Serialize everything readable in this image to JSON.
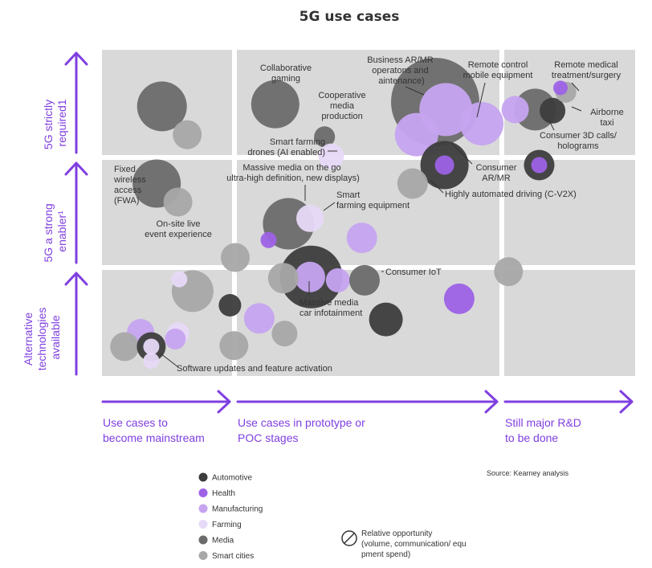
{
  "colors": {
    "Automotive": "#3d3d3d",
    "Health": "#9d62e6",
    "Manufacturing": "#c6a4f0",
    "Farming": "#e7d9f8",
    "Media": "#6b6b6b",
    "Smart cities": "#a8a8a8",
    "accent": "#7f3fe0",
    "cell": "#d9d9d9"
  },
  "chart_data": {
    "type": "scatter",
    "title": "5G use cases",
    "y_categories": [
      "5G strictly required1",
      "5G a strong enabler¹",
      "Alternative technologies available"
    ],
    "x_categories": [
      "Use cases to become mainstream",
      "Use cases in prototype or POC stages",
      "Still major R&D to be done"
    ],
    "legend": [
      "Automotive",
      "Health",
      "Manufacturing",
      "Farming",
      "Media",
      "Smart cities"
    ],
    "size_legend": "Relative opportunity (volume, communication/ equipment spend)",
    "source": "Source: Kearney analysis",
    "bubbles": [
      {
        "cat": "Media",
        "x": 0.45,
        "y": 2.48,
        "r": 31
      },
      {
        "cat": "Smart cities",
        "x": 0.64,
        "y": 2.22,
        "r": 18
      },
      {
        "cat": "Media",
        "x": 1.3,
        "y": 2.5,
        "r": 30
      },
      {
        "cat": "Media",
        "x": 1.67,
        "y": 2.2,
        "r": 13
      },
      {
        "cat": "Farming",
        "x": 1.72,
        "y": 2.02,
        "r": 16
      },
      {
        "cat": "Media",
        "x": 2.5,
        "y": 2.52,
        "r": 55
      },
      {
        "cat": "Manufacturing",
        "x": 2.36,
        "y": 2.22,
        "r": 27
      },
      {
        "cat": "Manufacturing",
        "x": 2.58,
        "y": 2.45,
        "r": 33
      },
      {
        "cat": "Manufacturing",
        "x": 2.85,
        "y": 2.32,
        "r": 27
      },
      {
        "cat": "Automotive",
        "x": 2.57,
        "y": 1.94,
        "r": 30
      },
      {
        "cat": "Health",
        "x": 2.57,
        "y": 1.94,
        "r": 12
      },
      {
        "cat": "Smart cities",
        "x": 2.33,
        "y": 1.77,
        "r": 19
      },
      {
        "cat": "Media",
        "x": 3.25,
        "y": 2.45,
        "r": 26
      },
      {
        "cat": "Manufacturing",
        "x": 3.1,
        "y": 2.45,
        "r": 17
      },
      {
        "cat": "Automotive",
        "x": 3.38,
        "y": 2.44,
        "r": 16
      },
      {
        "cat": "Smart cities",
        "x": 3.48,
        "y": 2.61,
        "r": 13
      },
      {
        "cat": "Health",
        "x": 3.44,
        "y": 2.65,
        "r": 9
      },
      {
        "cat": "Automotive",
        "x": 3.28,
        "y": 1.94,
        "r": 19
      },
      {
        "cat": "Health",
        "x": 3.28,
        "y": 1.94,
        "r": 10
      },
      {
        "cat": "Media",
        "x": 0.41,
        "y": 1.77,
        "r": 30
      },
      {
        "cat": "Smart cities",
        "x": 0.57,
        "y": 1.6,
        "r": 18
      },
      {
        "cat": "Media",
        "x": 1.4,
        "y": 1.4,
        "r": 32
      },
      {
        "cat": "Farming",
        "x": 1.56,
        "y": 1.45,
        "r": 17
      },
      {
        "cat": "Health",
        "x": 1.25,
        "y": 1.25,
        "r": 10
      },
      {
        "cat": "Manufacturing",
        "x": 1.95,
        "y": 1.27,
        "r": 19
      },
      {
        "cat": "Automotive",
        "x": 1.57,
        "y": 0.91,
        "r": 39
      },
      {
        "cat": "Manufacturing",
        "x": 1.56,
        "y": 0.91,
        "r": 19
      },
      {
        "cat": "Smart cities",
        "x": 1.0,
        "y": 1.09,
        "r": 18
      },
      {
        "cat": "Smart cities",
        "x": 1.36,
        "y": 0.9,
        "r": 19
      },
      {
        "cat": "Manufacturing",
        "x": 1.77,
        "y": 0.88,
        "r": 15
      },
      {
        "cat": "Media",
        "x": 1.97,
        "y": 0.88,
        "r": 19
      },
      {
        "cat": "Smart cities",
        "x": 0.68,
        "y": 0.78,
        "r": 26
      },
      {
        "cat": "Farming",
        "x": 0.58,
        "y": 0.89,
        "r": 10
      },
      {
        "cat": "Automotive",
        "x": 0.96,
        "y": 0.65,
        "r": 14
      },
      {
        "cat": "Manufacturing",
        "x": 1.18,
        "y": 0.53,
        "r": 19
      },
      {
        "cat": "Smart cities",
        "x": 1.37,
        "y": 0.39,
        "r": 16
      },
      {
        "cat": "Automotive",
        "x": 2.13,
        "y": 0.52,
        "r": 21
      },
      {
        "cat": "Manufacturing",
        "x": 0.29,
        "y": 0.4,
        "r": 17
      },
      {
        "cat": "Farming",
        "x": 0.57,
        "y": 0.39,
        "r": 14
      },
      {
        "cat": "Manufacturing",
        "x": 0.55,
        "y": 0.34,
        "r": 13
      },
      {
        "cat": "Smart cities",
        "x": 0.17,
        "y": 0.27,
        "r": 18
      },
      {
        "cat": "Automotive",
        "x": 0.37,
        "y": 0.27,
        "r": 18
      },
      {
        "cat": "Farming",
        "x": 0.37,
        "y": 0.27,
        "r": 10
      },
      {
        "cat": "Farming",
        "x": 0.37,
        "y": 0.14,
        "r": 10
      },
      {
        "cat": "Smart cities",
        "x": 0.99,
        "y": 0.28,
        "r": 18
      },
      {
        "cat": "Health",
        "x": 2.68,
        "y": 0.71,
        "r": 19
      },
      {
        "cat": "Smart cities",
        "x": 3.05,
        "y": 0.96,
        "r": 18
      }
    ],
    "annotations": [
      "Collaborative gaming",
      "Cooperative media production",
      "Smart farming drones (AI enabled)",
      "Business AR/MR (operatons and maintenance)",
      "Remote control mobile equipment",
      "Remote medical treatment/surgery",
      "Airborne taxi",
      "Consumer 3D calls/ holograms",
      "Consumer AR/MR",
      "Highly automated driving (C-V2X)",
      "Fixed wireless access (FWA)",
      "On-site live event experience",
      "Massive media on the go (ultra-high definition, new displays)",
      "Smart farming equipment",
      "Consumer IoT",
      "Massive media car infotainment",
      "Software updates and feature activation"
    ]
  }
}
